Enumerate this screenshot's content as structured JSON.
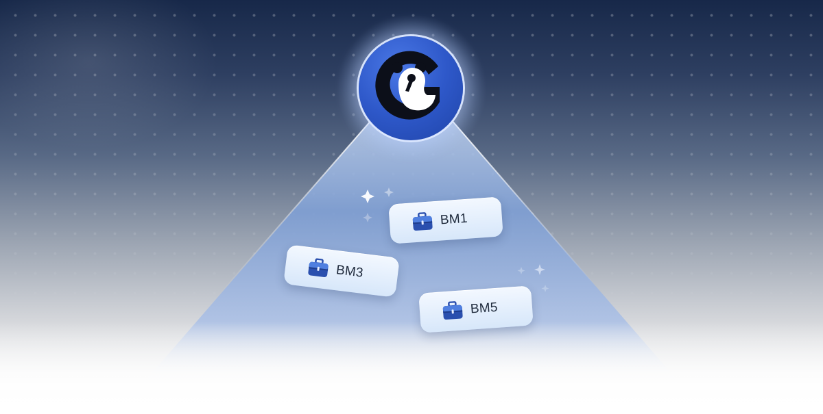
{
  "logo": {
    "icon": "g-bear-logo-icon"
  },
  "chips": [
    {
      "label": "BM1",
      "icon": "briefcase-icon"
    },
    {
      "label": "BM3",
      "icon": "briefcase-icon"
    },
    {
      "label": "BM5",
      "icon": "briefcase-icon"
    }
  ],
  "colors": {
    "accent": "#2e58c9",
    "chip_icon": "#2a4fae",
    "background_top": "#172849"
  }
}
